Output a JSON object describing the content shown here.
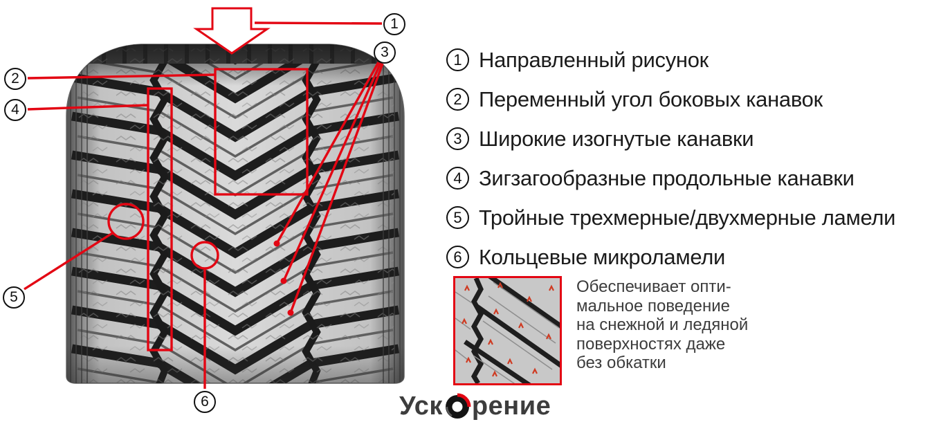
{
  "colors": {
    "accent": "#e30613"
  },
  "markers": [
    "1",
    "2",
    "3",
    "4",
    "5",
    "6"
  ],
  "legend": {
    "items": [
      {
        "num": "1",
        "label": "Направленный рисунок"
      },
      {
        "num": "2",
        "label": "Переменный угол боковых канавок"
      },
      {
        "num": "3",
        "label": "Широкие изогнутые канавки"
      },
      {
        "num": "4",
        "label": "Зигзагообразные продольные канавки"
      },
      {
        "num": "5",
        "label": "Тройные трехмерные/двухмерные ламели"
      },
      {
        "num": "6",
        "label": "Кольцевые микроламели"
      }
    ]
  },
  "inset": {
    "caption_lines": [
      "Обеспечивает опти-",
      "мальное поведение",
      "на снежной и ледяной",
      "поверхностях даже",
      "без обкатки"
    ]
  },
  "logo": {
    "prefix": "Уск",
    "suffix": "рение"
  }
}
